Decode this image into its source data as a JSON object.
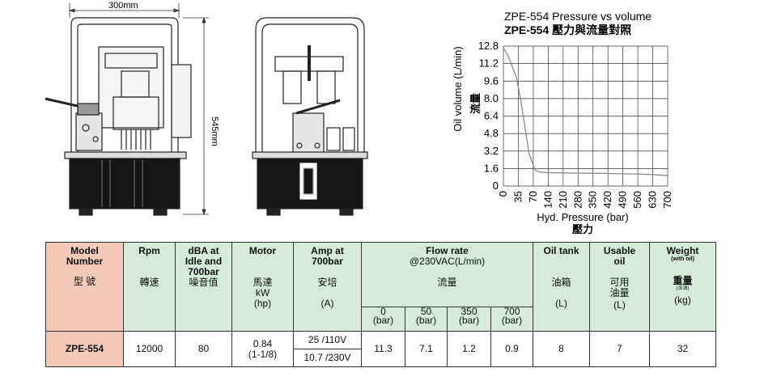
{
  "drawing": {
    "width_label": "300mm",
    "height_label": "545mm"
  },
  "chart_data": {
    "type": "line",
    "title": "ZPE-554 Pressure vs volume",
    "subtitle": "ZPE-554 壓力與流量對照",
    "xlabel": "Hyd. Pressure (bar)",
    "xlabel_zh": "壓力",
    "ylabel": "Oil volume (L/min)",
    "ylabel_zh": "流量",
    "x_ticks": [
      "0",
      "35",
      "70",
      "140",
      "210",
      "280",
      "350",
      "420",
      "490",
      "560",
      "630",
      "700"
    ],
    "y_ticks": [
      "0",
      "1.6",
      "3.2",
      "4.8",
      "6.4",
      "8.0",
      "9.6",
      "11.2",
      "12.8"
    ],
    "ylim": [
      0,
      12.8
    ],
    "grid": true,
    "series": [
      {
        "x": [
          0,
          10,
          20,
          30,
          40,
          50,
          60,
          70,
          80,
          90,
          100,
          110,
          120,
          140,
          210,
          280,
          350,
          420,
          490,
          560,
          630,
          700
        ],
        "y": [
          12.6,
          12.0,
          11.0,
          10.0,
          8.0,
          5.5,
          3.0,
          1.9,
          1.45,
          1.35,
          1.3,
          1.25,
          1.25,
          1.22,
          1.2,
          1.18,
          1.17,
          1.15,
          1.12,
          1.1,
          1.05,
          0.95
        ]
      }
    ],
    "color": "#888888"
  },
  "table": {
    "headers": {
      "model": [
        "Model",
        "Number",
        "型 號"
      ],
      "rpm": [
        "Rpm",
        "轉速"
      ],
      "dba": [
        "dBA at",
        "Idle and",
        "700bar",
        "噪音值"
      ],
      "motor": [
        "Motor",
        "馬達",
        "kW",
        "(hp)"
      ],
      "amp": [
        "Amp at",
        "700bar",
        "安培",
        "(A)"
      ],
      "flow": [
        "Flow rate",
        "@230VAC(L/min)",
        "流量"
      ],
      "flow_sub": [
        [
          "0",
          "(bar)"
        ],
        [
          "50",
          "(bar)"
        ],
        [
          "350",
          "(bar)"
        ],
        [
          "700",
          "(bar)"
        ]
      ],
      "oil_tank": [
        "Oil tank",
        "油箱",
        "(L)"
      ],
      "usable": [
        "Usable",
        "oil",
        "可用",
        "油量",
        "(L)"
      ],
      "weight": [
        "Weight",
        "(with oil)",
        "重量",
        "(含油)",
        "(kg)"
      ]
    },
    "row": {
      "model": "ZPE-554",
      "rpm": "12000",
      "dba": "80",
      "motor": [
        "0.84",
        "(1-1/8)"
      ],
      "amp": [
        "25 /110V",
        "10.7 /230V"
      ],
      "flow": [
        "11.3",
        "7.1",
        "1.2",
        "0.9"
      ],
      "oil_tank": "8",
      "usable": "7",
      "weight": "32"
    }
  }
}
